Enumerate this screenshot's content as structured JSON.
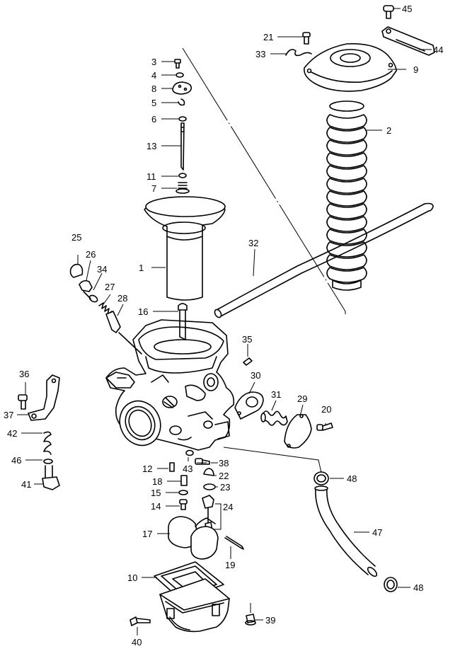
{
  "callouts": {
    "c1": "1",
    "c2": "2",
    "c3": "3",
    "c4": "4",
    "c5": "5",
    "c6": "6",
    "c7": "7",
    "c8": "8",
    "c9": "9",
    "c10": "10",
    "c11": "11",
    "c12": "12",
    "c13": "13",
    "c14": "14",
    "c15": "15",
    "c16": "16",
    "c17": "17",
    "c18": "18",
    "c19": "19",
    "c20": "20",
    "c21": "21",
    "c22": "22",
    "c23": "23",
    "c24": "24",
    "c25": "25",
    "c26": "26",
    "c27": "27",
    "c28": "28",
    "c29": "29",
    "c30": "30",
    "c31": "31",
    "c32": "32",
    "c33": "33",
    "c34": "34",
    "c35": "35",
    "c36": "36",
    "c37": "37",
    "c38": "38",
    "c39": "39",
    "c40": "40",
    "c41": "41",
    "c42": "42",
    "c43": "43",
    "c44": "44",
    "c45": "45",
    "c46": "46",
    "c47": "47",
    "c48a": "48",
    "c48b": "48"
  },
  "colors": {
    "line": "#000000",
    "background": "#ffffff"
  }
}
